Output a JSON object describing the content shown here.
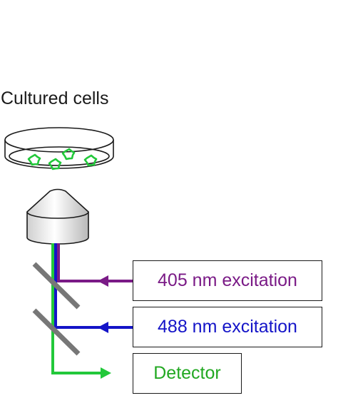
{
  "title": "Cultured cells",
  "boxes": {
    "excitation_405": "405 nm excitation",
    "excitation_488": "488 nm excitation",
    "detector": "Detector"
  },
  "colors": {
    "excitation_405": "#7a1a86",
    "excitation_488": "#1414c8",
    "detector": "#22c83a",
    "cells": "#22c83a",
    "mirror": "#777777",
    "outline": "#1a1a1a"
  },
  "icons": [
    "petri-dish-icon",
    "cell-icon",
    "objective-lens-icon",
    "dichroic-mirror-icon",
    "arrow-icon"
  ]
}
